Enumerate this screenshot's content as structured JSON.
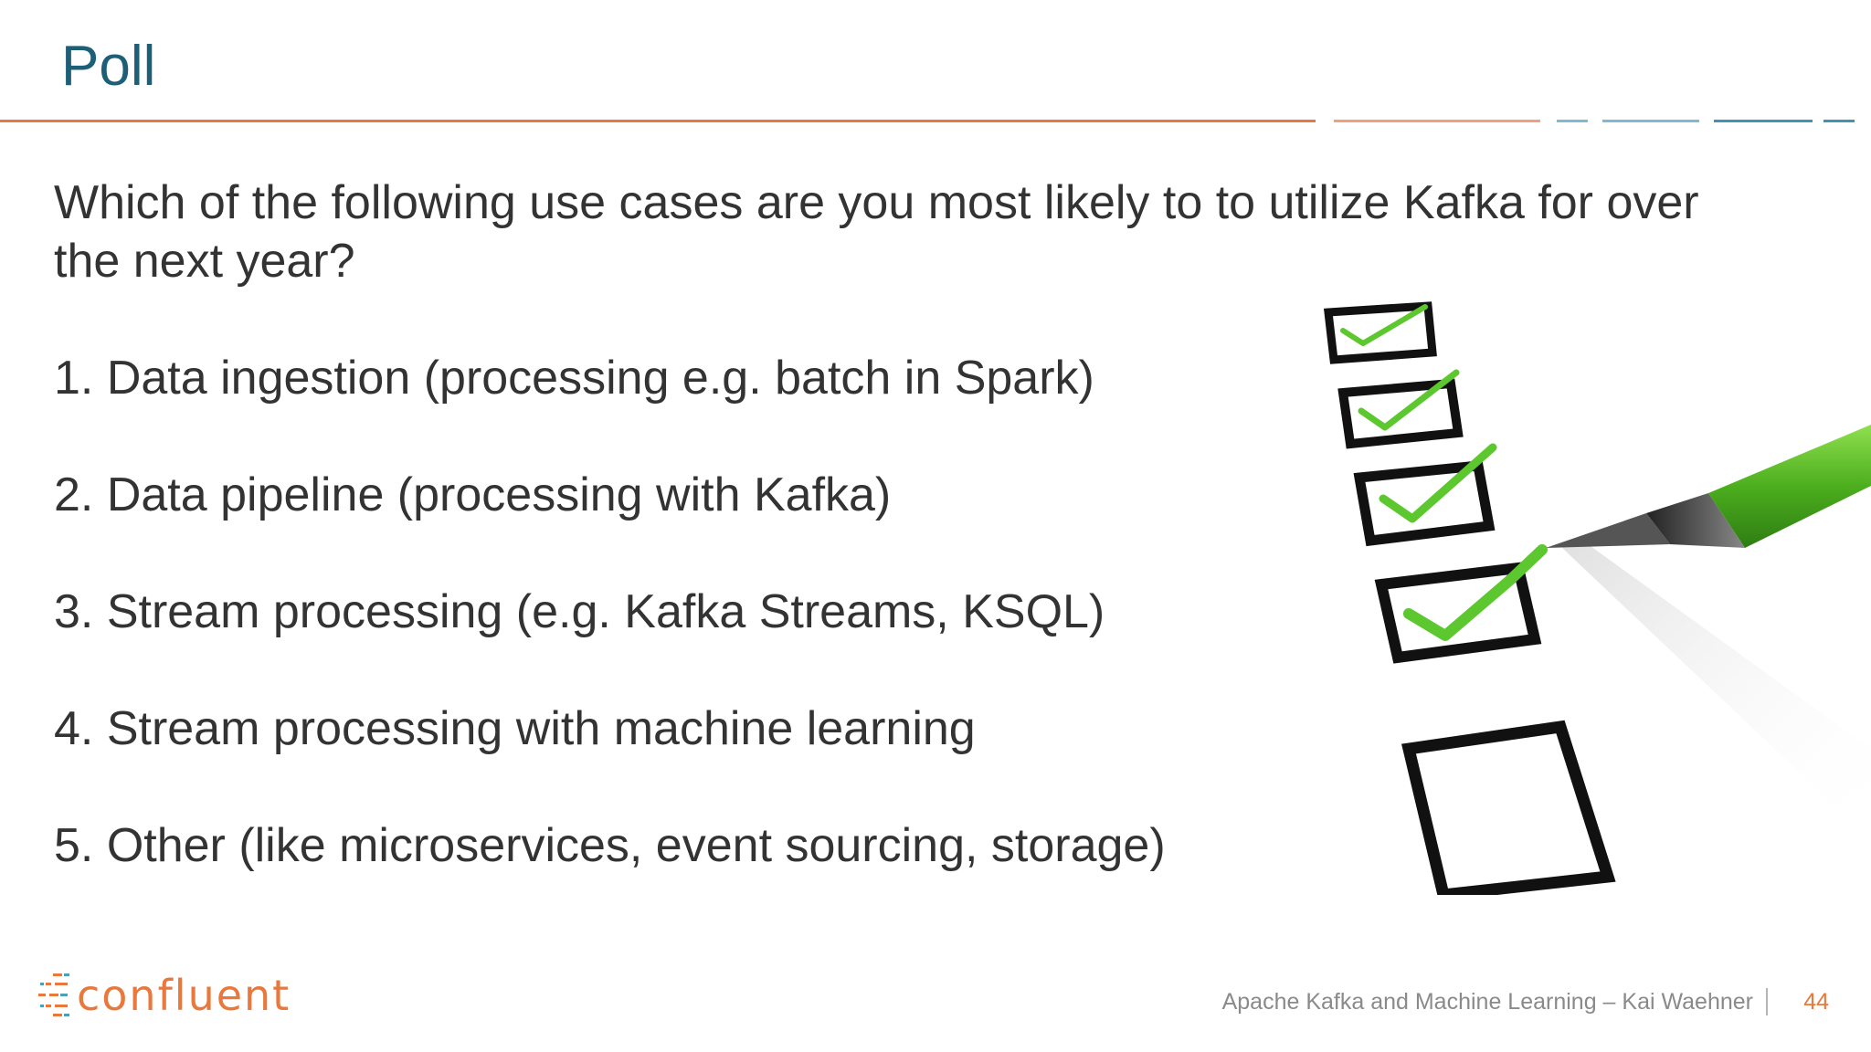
{
  "slide": {
    "title": "Poll",
    "question": "Which of the following use cases are you most likely to to utilize Kafka for over the next year?",
    "options": [
      "1. Data ingestion (processing e.g. batch in Spark)",
      "2. Data pipeline (processing with Kafka)",
      "3. Stream processing (e.g. Kafka Streams, KSQL)",
      "4. Stream processing with machine learning",
      "5. Other (like microservices, event sourcing, storage)"
    ],
    "checkboxes_checked": [
      true,
      true,
      true,
      true,
      false
    ]
  },
  "footer": {
    "logo_text": "confluent",
    "caption": "Apache Kafka and Machine Learning – Kai Waehner",
    "page_number": "44"
  },
  "colors": {
    "title": "#1e5f78",
    "accent_orange": "#e8783b",
    "accent_teal": "#4aa0b8",
    "text": "#333333",
    "check_green": "#5cc72e"
  },
  "icons": {
    "illustration": "checklist-with-green-pen",
    "logo": "confluent-logo-icon"
  }
}
